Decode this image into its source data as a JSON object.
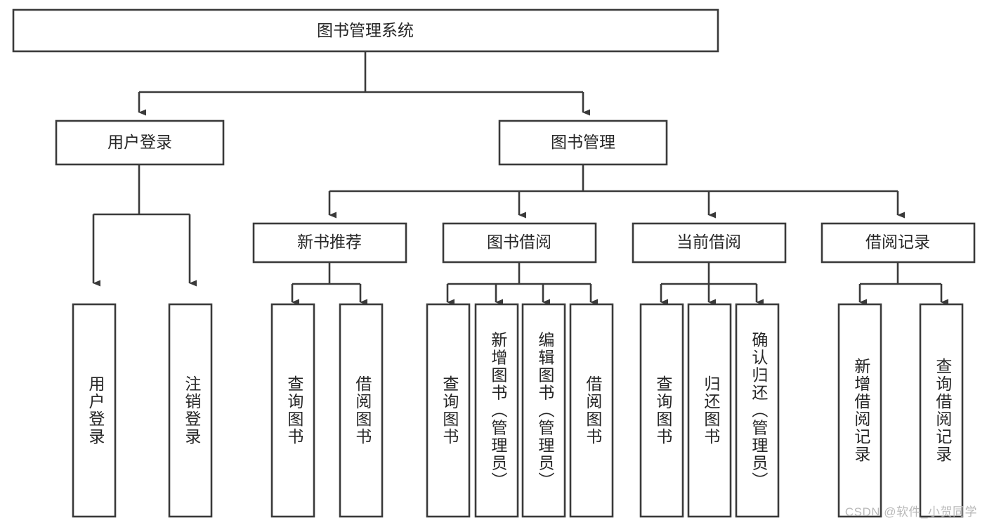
{
  "diagram": {
    "type": "tree-hierarchy-chart",
    "title": "图书管理系统",
    "background_color": "#ffffff",
    "stroke_color": "#3a3a3a",
    "text_color": "#262626",
    "root": {
      "id": "root",
      "label": "图书管理系统"
    },
    "level1": [
      {
        "id": "user-login",
        "label": "用户登录"
      },
      {
        "id": "book-management",
        "label": "图书管理"
      }
    ],
    "level2": [
      {
        "id": "new-book-recommend",
        "label": "新书推荐",
        "parent": "book-management"
      },
      {
        "id": "book-borrow",
        "label": "图书借阅",
        "parent": "book-management"
      },
      {
        "id": "current-borrow",
        "label": "当前借阅",
        "parent": "book-management"
      },
      {
        "id": "borrow-record",
        "label": "借阅记录",
        "parent": "book-management"
      }
    ],
    "leaves": {
      "user-login": [
        {
          "id": "leaf-user-login",
          "label": "用户登录"
        },
        {
          "id": "leaf-user-logout",
          "label": "注销登录"
        }
      ],
      "new-book-recommend": [
        {
          "id": "leaf-query-book-1",
          "label": "查询图书"
        },
        {
          "id": "leaf-borrow-book-1",
          "label": "借阅图书"
        }
      ],
      "book-borrow": [
        {
          "id": "leaf-query-book-2",
          "label": "查询图书"
        },
        {
          "id": "leaf-add-book",
          "label": "新增图书（管理员）"
        },
        {
          "id": "leaf-edit-book",
          "label": "编辑图书（管理员）"
        },
        {
          "id": "leaf-borrow-book-2",
          "label": "借阅图书"
        }
      ],
      "current-borrow": [
        {
          "id": "leaf-query-book-3",
          "label": "查询图书"
        },
        {
          "id": "leaf-return-book",
          "label": "归还图书"
        },
        {
          "id": "leaf-confirm-return",
          "label": "确认归还（管理员）"
        }
      ],
      "borrow-record": [
        {
          "id": "leaf-add-record",
          "label": "新增借阅记录"
        },
        {
          "id": "leaf-query-record",
          "label": "查询借阅记录"
        }
      ]
    }
  },
  "watermark": {
    "text": "CSDN @软件_小贺同学"
  }
}
